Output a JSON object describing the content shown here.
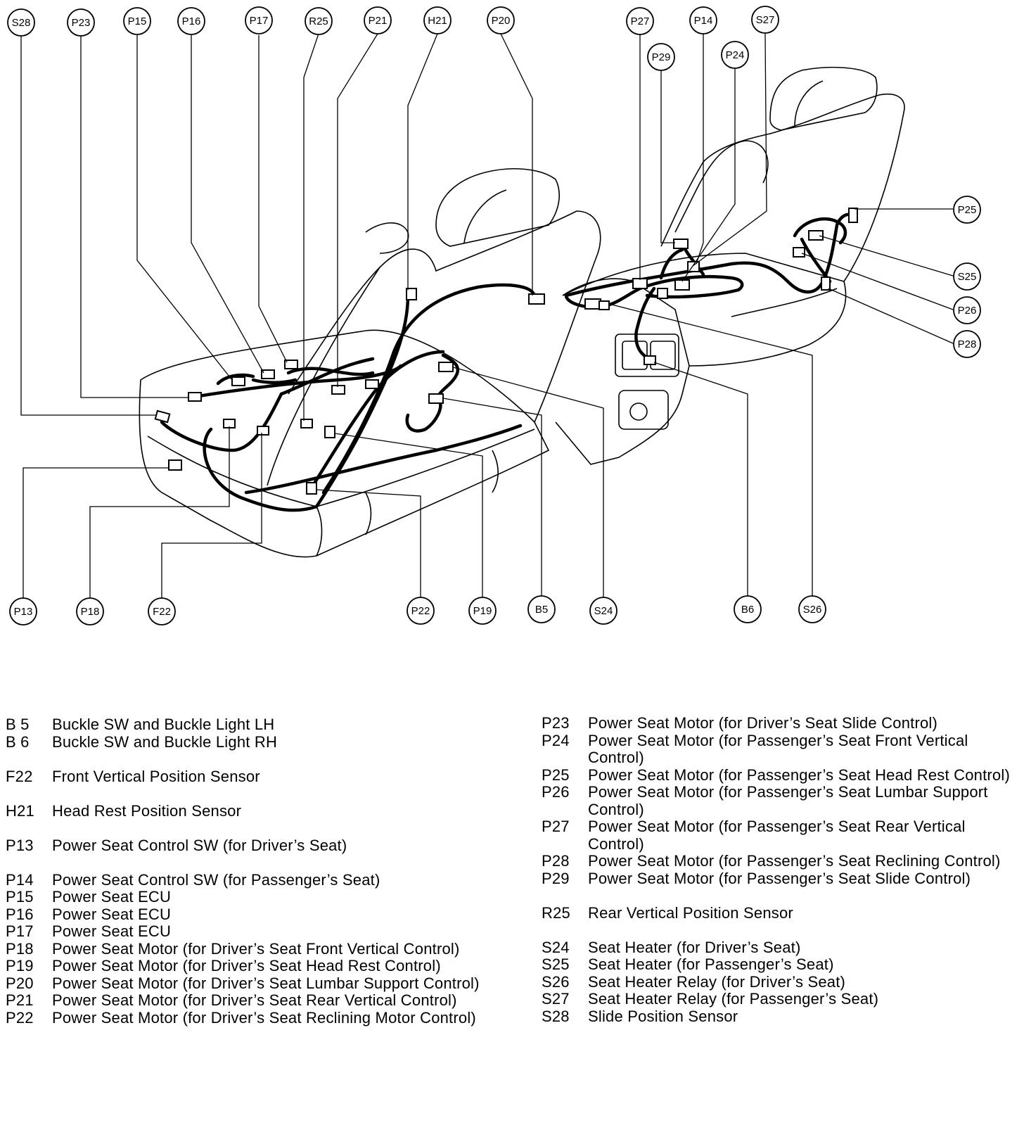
{
  "callouts": {
    "S28": "S28",
    "P23": "P23",
    "P15": "P15",
    "P16": "P16",
    "P17": "P17",
    "R25": "R25",
    "P21": "P21",
    "H21": "H21",
    "P20": "P20",
    "P27": "P27",
    "P14": "P14",
    "S27": "S27",
    "P29": "P29",
    "P24": "P24",
    "P25": "P25",
    "S25": "S25",
    "P26": "P26",
    "P28": "P28",
    "P13": "P13",
    "P18": "P18",
    "F22": "F22",
    "P22": "P22",
    "P19": "P19",
    "B5": "B5",
    "S24": "S24",
    "B6": "B6",
    "S26": "S26"
  },
  "legend_left": [
    {
      "code": "B 5",
      "desc": "Buckle SW and Buckle Light LH"
    },
    {
      "code": "B 6",
      "desc": "Buckle SW and Buckle Light RH"
    },
    {
      "code": "F22",
      "desc": "Front Vertical Position Sensor"
    },
    {
      "code": "H21",
      "desc": "Head Rest Position Sensor"
    },
    {
      "code": "P13",
      "desc": "Power Seat Control SW (for Driver’s Seat)"
    },
    {
      "code": "P14",
      "desc": "Power Seat Control SW (for Passenger’s Seat)"
    },
    {
      "code": "P15",
      "desc": "Power Seat ECU"
    },
    {
      "code": "P16",
      "desc": "Power Seat ECU"
    },
    {
      "code": "P17",
      "desc": "Power Seat ECU"
    },
    {
      "code": "P18",
      "desc": "Power Seat Motor (for Driver’s Seat Front Vertical Control)"
    },
    {
      "code": "P19",
      "desc": "Power Seat Motor (for Driver’s Seat Head Rest Control)"
    },
    {
      "code": "P20",
      "desc": "Power Seat Motor (for Driver’s Seat Lumbar Support Control)"
    },
    {
      "code": "P21",
      "desc": "Power Seat Motor (for Driver’s Seat Rear Vertical Control)"
    },
    {
      "code": "P22",
      "desc": "Power Seat Motor (for Driver’s Seat Reclining Motor Control)"
    }
  ],
  "legend_right": [
    {
      "code": "P23",
      "desc": "Power Seat Motor (for Driver’s Seat Slide Control)"
    },
    {
      "code": "P24",
      "desc": "Power Seat Motor (for Passenger’s Seat Front Vertical Control)"
    },
    {
      "code": "P25",
      "desc": "Power Seat Motor (for Passenger’s Seat Head Rest Control)"
    },
    {
      "code": "P26",
      "desc": "Power Seat Motor (for Passenger’s Seat Lumbar Support Control)"
    },
    {
      "code": "P27",
      "desc": "Power Seat Motor (for Passenger’s Seat Rear Vertical Control)"
    },
    {
      "code": "P28",
      "desc": "Power Seat Motor (for Passenger’s Seat Reclining Control)"
    },
    {
      "code": "P29",
      "desc": "Power Seat Motor (for Passenger’s Seat Slide Control)"
    },
    {
      "code": "R25",
      "desc": "Rear Vertical Position Sensor"
    },
    {
      "code": "S24",
      "desc": "Seat Heater (for Driver’s Seat)"
    },
    {
      "code": "S25",
      "desc": "Seat Heater (for Passenger’s Seat)"
    },
    {
      "code": "S26",
      "desc": "Seat Heater Relay (for Driver’s Seat)"
    },
    {
      "code": "S27",
      "desc": "Seat Heater Relay (for Passenger’s Seat)"
    },
    {
      "code": "S28",
      "desc": "Slide Position Sensor"
    }
  ]
}
